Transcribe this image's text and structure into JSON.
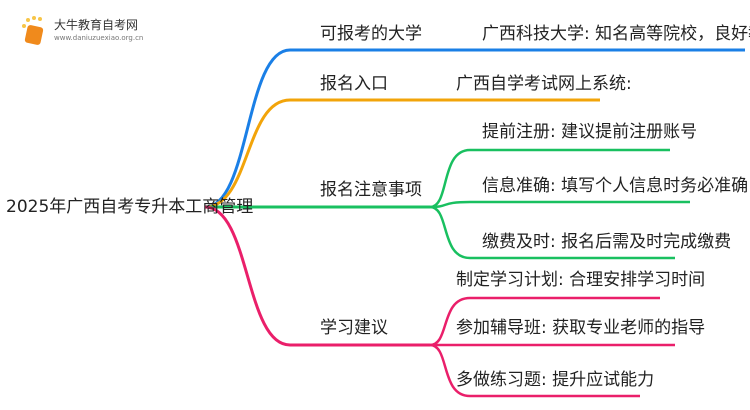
{
  "logo": {
    "title": "大牛教育自考网",
    "url": "www.daniuzuexiao.org.cn"
  },
  "root": "2025年广西自考专升本工商管理",
  "colors": {
    "blue": "#1a7fe6",
    "orange": "#f2a40a",
    "green": "#19c060",
    "pink": "#ea1f6a"
  },
  "branches": [
    {
      "label": "可报考的大学",
      "children": [
        "广西科技大学: 知名高等院校，良好教学资源"
      ]
    },
    {
      "label": "报名入口",
      "children": [
        "广西自学考试网上系统:"
      ]
    },
    {
      "label": "报名注意事项",
      "children": [
        "提前注册: 建议提前注册账号",
        "信息准确: 填写个人信息时务必准确",
        "缴费及时: 报名后需及时完成缴费"
      ]
    },
    {
      "label": "学习建议",
      "children": [
        "制定学习计划: 合理安排学习时间",
        "参加辅导班: 获取专业老师的指导",
        "多做练习题: 提升应试能力"
      ]
    }
  ]
}
